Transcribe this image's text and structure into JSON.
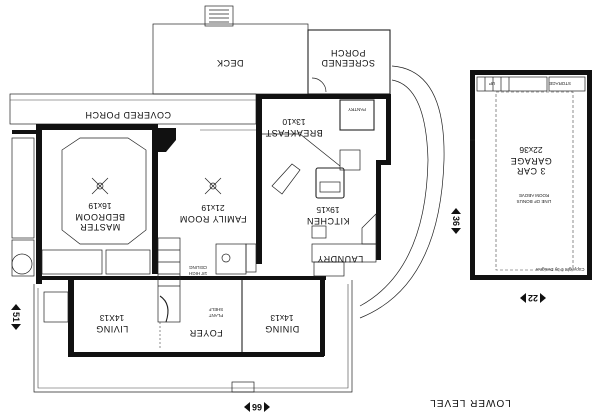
{
  "rooms": {
    "deck": {
      "name": "DECK"
    },
    "screened_porch": {
      "name_line1": "SCREENED",
      "name_line2": "PORCH"
    },
    "covered_porch": {
      "name": "COVERED PORCH"
    },
    "breakfast": {
      "name": "BREAKFAST",
      "dims": "13x10"
    },
    "pantry": {
      "name": "PANTRY"
    },
    "master": {
      "name_line1": "MASTER",
      "name_line2": "BEDROOM",
      "dims": "16x19"
    },
    "family": {
      "name": "FAMILY ROOM",
      "dims": "21x19"
    },
    "kitchen": {
      "name": "KITCHEN",
      "dims": "19x15"
    },
    "laundry": {
      "name": "LAUNDRY"
    },
    "living": {
      "name": "LIVING",
      "dims": "14X13"
    },
    "foyer": {
      "name": "FOYER"
    },
    "dining": {
      "name": "DINING",
      "dims": "14x13"
    },
    "garage": {
      "name_line1": "3 CAR",
      "name_line2": "GARAGE",
      "dims": "22x36"
    }
  },
  "notes": {
    "ceiling_line1": "18' HIGH",
    "ceiling_line2": "CEILING",
    "plant_line1": "PLANT",
    "plant_line2": "SHELF",
    "bonus_line1": "LINE OF BONUS",
    "bonus_line2": "ROOM ABOVE",
    "storage": "STORAGE",
    "up": "UP",
    "copyright": "Copyright © by Designer"
  },
  "dimensions": {
    "width_bottom": "66",
    "depth_left": "51",
    "depth_right": "36",
    "garage_width": "22"
  },
  "level_label": "LOWER LEVEL"
}
